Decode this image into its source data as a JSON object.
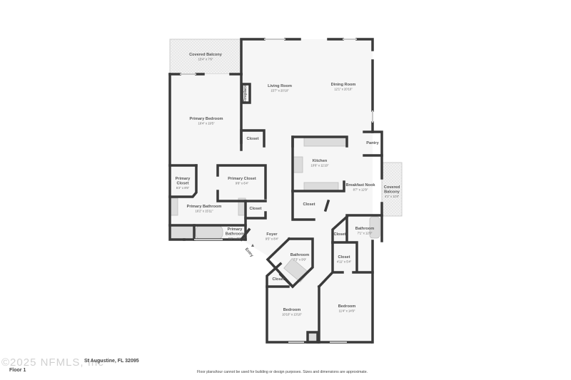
{
  "watermark": "©2025 NFMLS, Inc",
  "address": "St Augustine, FL 32095",
  "floor_label": "Floor 1",
  "disclaimer": "Floor plans/tour cannot be used for building or design purposes. Sizes and dimensions are approximate.",
  "rooms": [
    {
      "name": "Covered Balcony",
      "dim": "15'4\" x 7'6\""
    },
    {
      "name": "Living Room",
      "dim": "15'7\" x 20'10\""
    },
    {
      "name": "Dining Room",
      "dim": "12'1\" x 20'10\""
    },
    {
      "name": "Fireplace",
      "dim": ""
    },
    {
      "name": "Primary Bedroom",
      "dim": "16'4\" x 19'5\""
    },
    {
      "name": "Closet",
      "dim": ""
    },
    {
      "name": "Pantry",
      "dim": ""
    },
    {
      "name": "Kitchen",
      "dim": "10'6\" x 11'10\""
    },
    {
      "name": "Primary Closet",
      "dim": "9'8\" x 6'4\""
    },
    {
      "name": "Primary Closet",
      "dim": "5'2\" x 8'5\""
    },
    {
      "name": "Breakfast Nook",
      "dim": "8'7\" x 12'9\""
    },
    {
      "name": "Covered Balcony",
      "dim": "4'1\" x 11'8\""
    },
    {
      "name": "Primary Bathroom",
      "dim": "16'2\" x 15'11\""
    },
    {
      "name": "Closet",
      "dim": ""
    },
    {
      "name": "Closet",
      "dim": ""
    },
    {
      "name": "Primary Bathroom",
      "dim": "5'2\" x 3'9\""
    },
    {
      "name": "Foyer",
      "dim": "9'5\" x 8'4\""
    },
    {
      "name": "Closet",
      "dim": ""
    },
    {
      "name": "Bathroom",
      "dim": "7'1\" x 12'0\""
    },
    {
      "name": "Bathroom",
      "dim": "7'3\" x 9'9\""
    },
    {
      "name": "Closet",
      "dim": "4'11\" x 5'4\""
    },
    {
      "name": "Closet",
      "dim": ""
    },
    {
      "name": "Bedroom",
      "dim": "10'10\" x 13'10\""
    },
    {
      "name": "Bedroom",
      "dim": "11'4\" x 14'9\""
    }
  ],
  "entry_label": "Entry"
}
